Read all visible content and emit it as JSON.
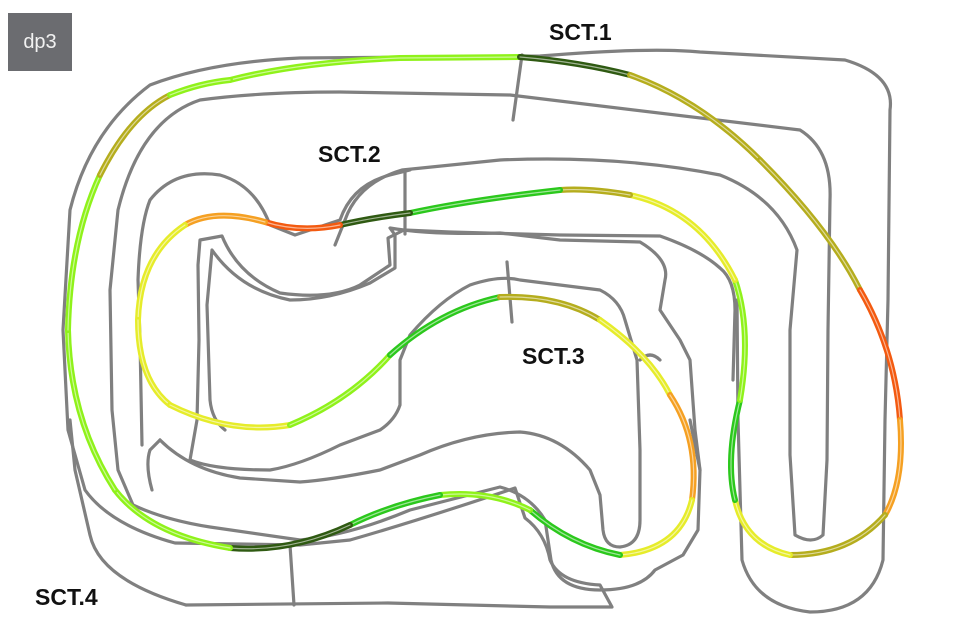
{
  "badge": {
    "label": "dp3"
  },
  "sectors": [
    {
      "id": "sct1",
      "label": "SCT.1"
    },
    {
      "id": "sct2",
      "label": "SCT.2"
    },
    {
      "id": "sct3",
      "label": "SCT.3"
    },
    {
      "id": "sct4",
      "label": "SCT.4"
    }
  ],
  "colors": {
    "outline": "#808080",
    "badge_bg": "#6b6c70",
    "dark_green": "#2f5a12",
    "green": "#2bc81c",
    "light_green": "#8ff21a",
    "yellow": "#e6ec2a",
    "olive": "#b5ad1d",
    "orange": "#f5a022",
    "red_orange": "#f35a10"
  }
}
